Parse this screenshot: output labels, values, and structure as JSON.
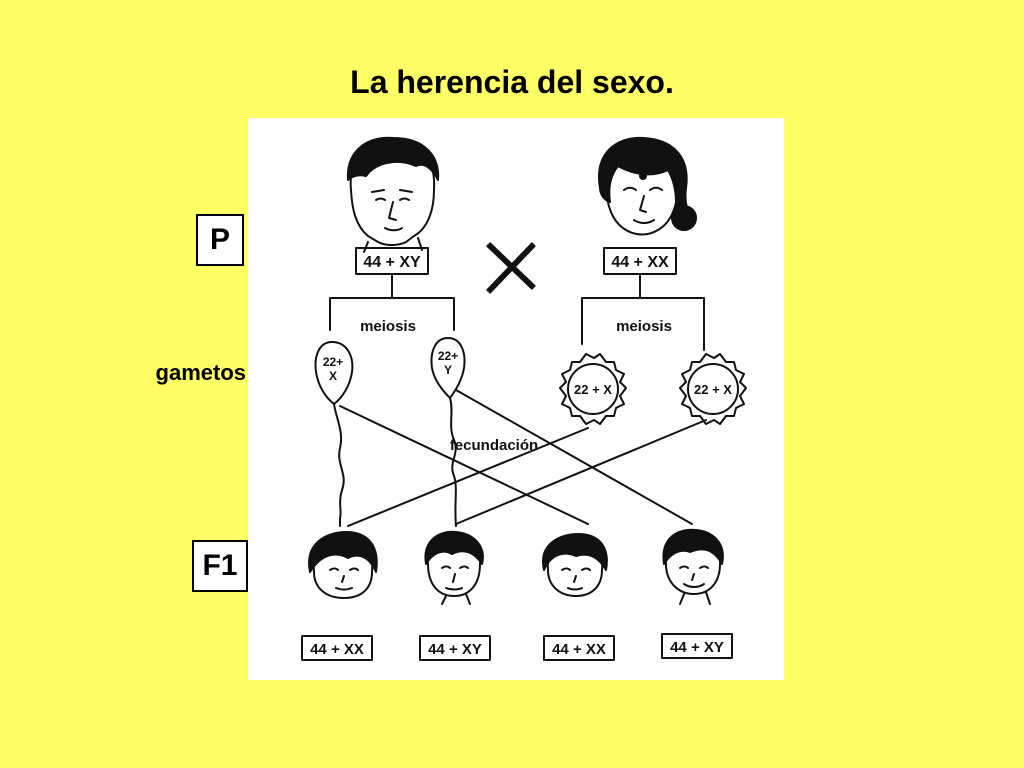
{
  "title": "La herencia del sexo.",
  "labels": {
    "p": "P",
    "gametos": "gametos",
    "f1": "F1",
    "meiosis_left": "meiosis",
    "meiosis_right": "meiosis",
    "fecundacion": "fecundación"
  },
  "parents": {
    "father": "44 + XY",
    "mother": "44 + XX"
  },
  "gametes": {
    "sperm_x_line1": "22+",
    "sperm_x_line2": "X",
    "sperm_y_line1": "22+",
    "sperm_y_line2": "Y",
    "egg_1": "22 + X",
    "egg_2": "22 + X"
  },
  "offspring": [
    "44 + XX",
    "44 + XY",
    "44 + XX",
    "44 + XY"
  ],
  "colors": {
    "background": "#ffff66",
    "panel": "#ffffff",
    "ink": "#111111"
  }
}
